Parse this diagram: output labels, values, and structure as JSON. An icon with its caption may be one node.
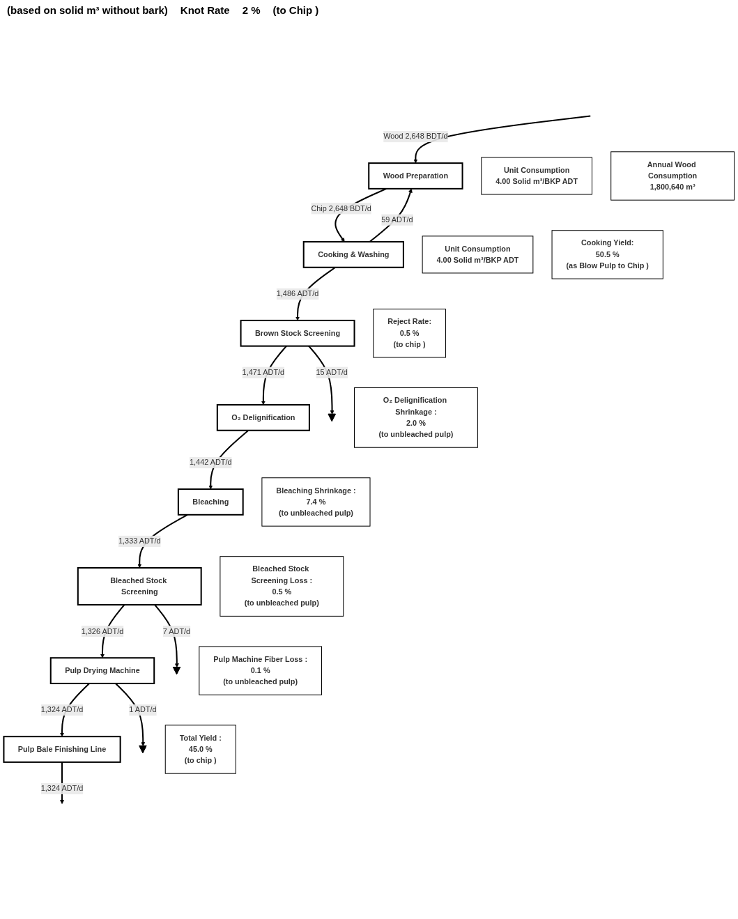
{
  "diagram": {
    "nodes": [
      {
        "text": [
          "Wood Preparation"
        ]
      },
      {
        "text": [
          "Cooking & Washing"
        ]
      },
      {
        "text": [
          "Brown Stock Screening"
        ]
      },
      {
        "text": [
          "O₂ Delignification"
        ]
      },
      {
        "text": [
          "Bleaching"
        ]
      },
      {
        "text": [
          "Bleached Stock Screening"
        ]
      },
      {
        "text": [
          "Pulp Drying Machine"
        ]
      },
      {
        "text": [
          "Pulp Bale Finishing Line"
        ]
      },
      {
        "text": [],
        "shape": "ground"
      },
      {
        "text": [],
        "shape": "ground"
      },
      {
        "text": [],
        "shape": "ground"
      },
      {
        "text": [
          "Unit Consumption",
          "4.00 Solid m³/BKP ADT"
        ]
      },
      {
        "text": [
          "Annual Wood Consumption",
          "1,800,640 m³"
        ]
      },
      {
        "text": [
          "Unit Consumption",
          "4.00 Solid m³/BKP ADT"
        ]
      },
      {
        "text": [
          "Cooking Yield:",
          "50.5 %",
          "(as Blow Pulp to Chip )"
        ]
      },
      {
        "text": [
          "Reject Rate:",
          "0.5 %",
          "(to chip )"
        ]
      },
      {
        "text": [
          "O₂ Delignification Shrinkage :",
          "2.0 %",
          "(to unbleached pulp)"
        ]
      },
      {
        "text": [
          "Bleaching Shrinkage :",
          "7.4 %",
          "(to unbleached pulp)"
        ]
      },
      {
        "text": [
          "Bleached Stock Screening Loss :",
          "0.5 %",
          "(to unbleached pulp)"
        ]
      },
      {
        "text": [
          "Pulp Machine Fiber Loss :",
          "0.1 %",
          "(to unbleached pulp)"
        ]
      },
      {
        "text": [
          "Total Yield :",
          "45.0 %",
          "(to chip )"
        ]
      }
    ],
    "edges": [
      {
        "from": null,
        "to": 0,
        "arrow": "to",
        "label": "Wood 2,648 BDT/d"
      },
      {
        "from": 1,
        "to": 0,
        "arrow": "to",
        "label": "59 ADT/d"
      },
      {
        "from": 0,
        "to": 1,
        "arrow": "to",
        "label": "Chip 2,648 BDT/d"
      },
      {
        "from": 1,
        "to": 2,
        "arrow": "to",
        "label": "1,486 ADT/d"
      },
      {
        "from": 2,
        "to": 8,
        "arrow": "to",
        "label": "15 ADT/d"
      },
      {
        "from": 2,
        "to": 3,
        "arrow": "to",
        "label": "1,471 ADT/d"
      },
      {
        "from": 3,
        "to": 4,
        "arrow": "to",
        "label": "1,442 ADT/d"
      },
      {
        "from": 4,
        "to": 5,
        "arrow": "to",
        "label": "1,333 ADT/d"
      },
      {
        "from": 5,
        "to": 9,
        "arrow": "to",
        "label": "7 ADT/d"
      },
      {
        "from": 5,
        "to": 6,
        "arrow": "to",
        "label": "1,326 ADT/d"
      },
      {
        "from": 6,
        "to": 10,
        "arrow": "to",
        "label": "1 ADT/d"
      },
      {
        "from": 6,
        "to": 7,
        "arrow": "to",
        "label": "1,324 ADT/d"
      },
      {
        "from": 7,
        "to": null,
        "arrow": "to",
        "label": "1,324 ADT/d"
      }
    ],
    "labels": [
      "(based on solid m³ without bark)",
      "Knot Rate",
      "2 %",
      "(to Chip )"
    ]
  }
}
